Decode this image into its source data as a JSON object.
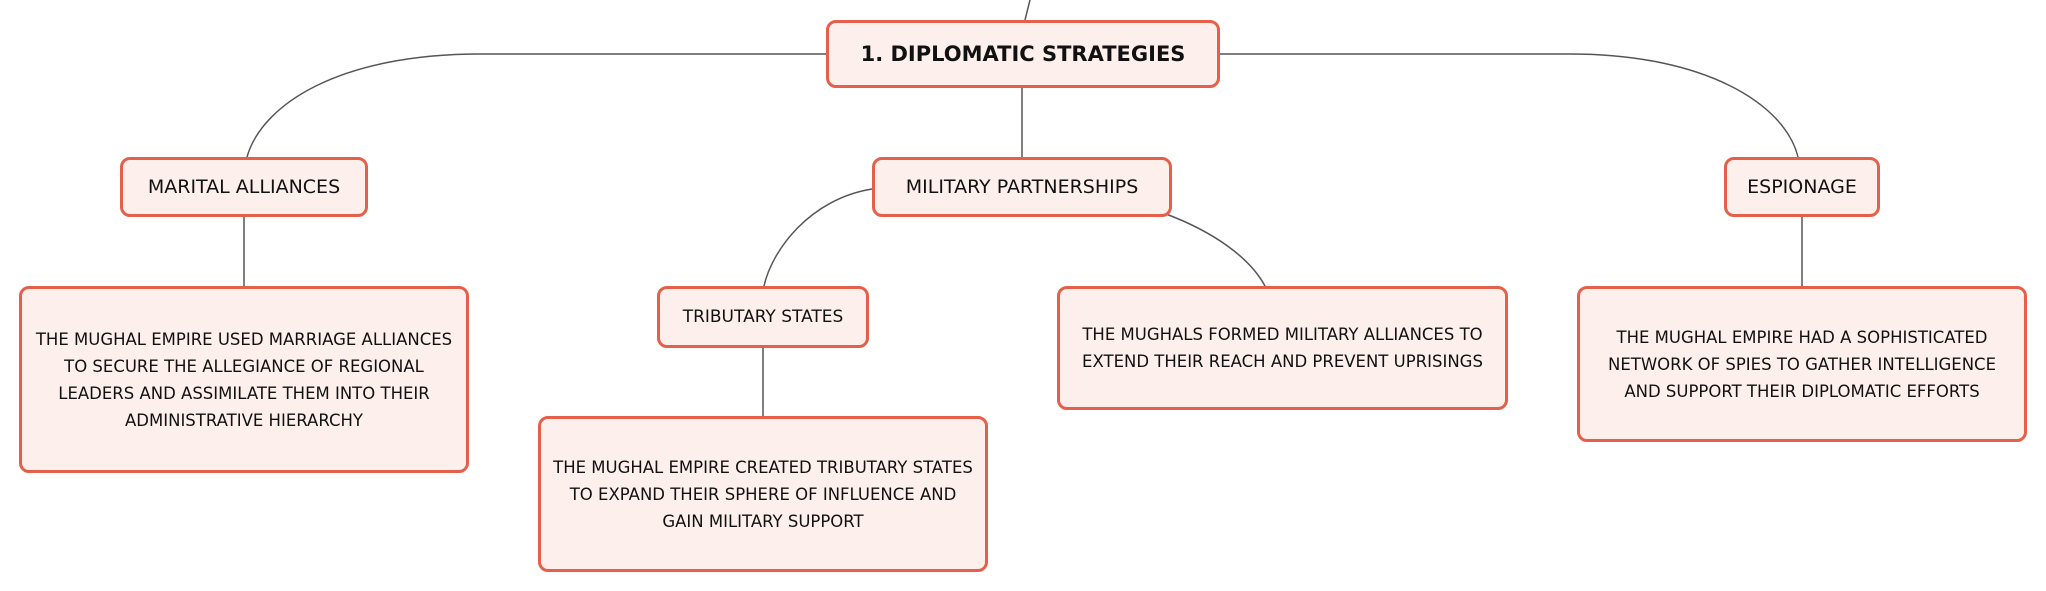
{
  "mindmap": {
    "root": {
      "label": "1. DIPLOMATIC STRATEGIES"
    },
    "branches": [
      {
        "label": "MARITAL ALLIANCES"
      },
      {
        "label": "MILITARY PARTNERSHIPS"
      },
      {
        "label": "ESPIONAGE"
      }
    ],
    "sub_branches": [
      {
        "label": "TRIBUTARY STATES"
      }
    ],
    "details": [
      {
        "text": "THE MUGHAL EMPIRE USED MARRIAGE ALLIANCES TO SECURE THE ALLEGIANCE OF REGIONAL LEADERS AND ASSIMILATE THEM INTO THEIR ADMINISTRATIVE HIERARCHY"
      },
      {
        "text": "THE MUGHAL EMPIRE CREATED TRIBUTARY STATES TO EXPAND THEIR SPHERE OF INFLUENCE AND GAIN MILITARY SUPPORT"
      },
      {
        "text": "THE MUGHALS FORMED MILITARY ALLIANCES TO EXTEND THEIR REACH AND PREVENT UPRISINGS"
      },
      {
        "text": "THE MUGHAL EMPIRE HAD A SOPHISTICATED NETWORK OF SPIES TO GATHER INTELLIGENCE AND SUPPORT THEIR DIPLOMATIC EFFORTS"
      }
    ]
  },
  "colors": {
    "node_border": "#e4604a",
    "node_fill": "#fdf0ec",
    "connector": "#555555",
    "text": "#111111"
  }
}
